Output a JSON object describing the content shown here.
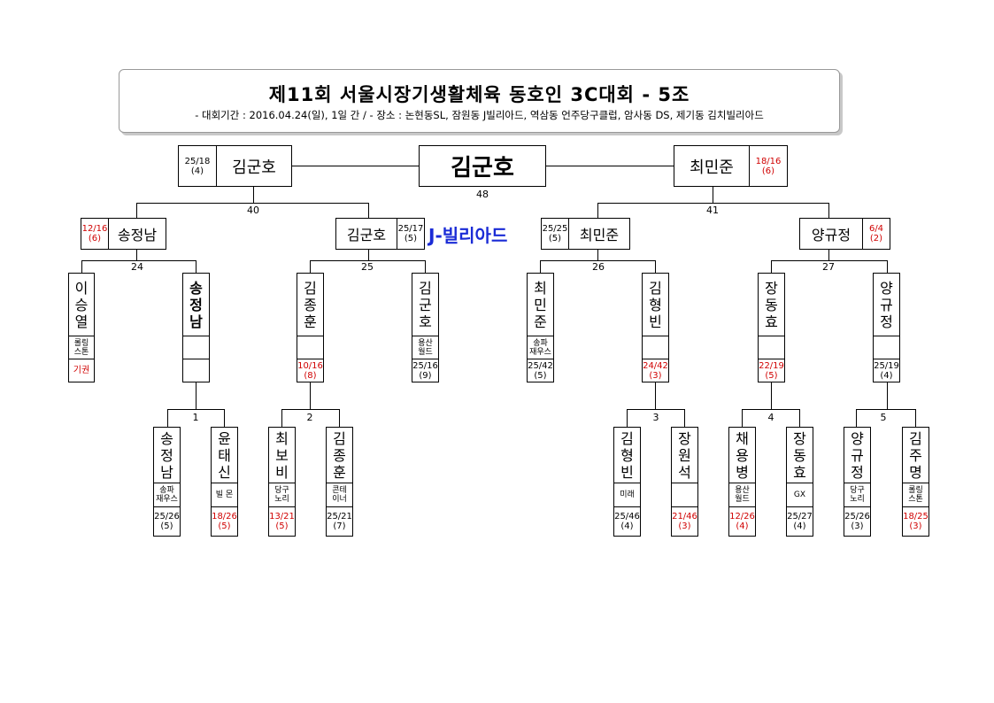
{
  "header": {
    "title": "제11회 서울시장기생활체육 동호인 3C대회 - 5조",
    "subtitle": "- 대회기간 : 2016.04.24(일), 1일 간 / - 장소 : 논현동SL, 잠원동 J빌리아드, 역삼동 언주당구클럽, 암사동 DS, 제기동 김치빌리아드"
  },
  "venue": "J-빌리아드",
  "final": {
    "match_no": "48",
    "winner": "김군호",
    "left": {
      "name": "김군호",
      "score": "25/18",
      "innings": "(4)"
    },
    "right": {
      "name": "최민준",
      "score": "18/16",
      "innings": "(6)"
    }
  },
  "semis": {
    "left": {
      "match_no": "40"
    },
    "right": {
      "match_no": "41"
    }
  },
  "quarters": [
    {
      "name": "송정남",
      "score": "12/16",
      "innings": "(6)"
    },
    {
      "name": "김군호",
      "score": "25/17",
      "innings": "(5)"
    },
    {
      "name": "최민준",
      "score": "25/25",
      "innings": "(5)"
    },
    {
      "name": "양규정",
      "score": "6/4",
      "innings": "(2)"
    }
  ],
  "quarter_matches": [
    "24",
    "25",
    "26",
    "27"
  ],
  "players_r2": [
    {
      "name": [
        "이",
        "승",
        "열"
      ],
      "club": [
        "롤링",
        "스톤"
      ],
      "score": "기권",
      "innings": ""
    },
    {
      "name": [
        "송",
        "정",
        "남"
      ],
      "club": [
        ""
      ],
      "score": "",
      "innings": ""
    },
    {
      "name": [
        "김",
        "종",
        "훈"
      ],
      "club": [
        ""
      ],
      "score": "10/16",
      "innings": "(8)"
    },
    {
      "name": [
        "김",
        "군",
        "호"
      ],
      "club": [
        "용산",
        "월드"
      ],
      "score": "25/16",
      "innings": "(9)"
    },
    {
      "name": [
        "최",
        "민",
        "준"
      ],
      "club": [
        "송파",
        "재우스"
      ],
      "score": "25/42",
      "innings": "(5)"
    },
    {
      "name": [
        "김",
        "형",
        "빈"
      ],
      "club": [
        ""
      ],
      "score": "24/42",
      "innings": "(3)"
    },
    {
      "name": [
        "장",
        "동",
        "효"
      ],
      "club": [
        ""
      ],
      "score": "22/19",
      "innings": "(5)"
    },
    {
      "name": [
        "양",
        "규",
        "정"
      ],
      "club": [
        ""
      ],
      "score": "25/19",
      "innings": "(4)"
    }
  ],
  "r1_matches": [
    "1",
    "2",
    "3",
    "4",
    "5"
  ],
  "players_r1": [
    {
      "name": [
        "송",
        "정",
        "남"
      ],
      "club": [
        "송파",
        "재우스"
      ],
      "score": "25/26",
      "innings": "(5)"
    },
    {
      "name": [
        "윤",
        "태",
        "신"
      ],
      "club": [
        "빌 몬"
      ],
      "score": "18/26",
      "innings": "(5)"
    },
    {
      "name": [
        "최",
        "보",
        "비"
      ],
      "club": [
        "당구",
        "노리"
      ],
      "score": "13/21",
      "innings": "(5)"
    },
    {
      "name": [
        "김",
        "종",
        "훈"
      ],
      "club": [
        "콘테",
        "이너"
      ],
      "score": "25/21",
      "innings": "(7)"
    },
    {
      "name": [
        "김",
        "형",
        "빈"
      ],
      "club": [
        "미래"
      ],
      "score": "25/46",
      "innings": "(4)"
    },
    {
      "name": [
        "장",
        "원",
        "석"
      ],
      "club": [
        ""
      ],
      "score": "21/46",
      "innings": "(3)"
    },
    {
      "name": [
        "채",
        "용",
        "병"
      ],
      "club": [
        "용산",
        "월드"
      ],
      "score": "12/26",
      "innings": "(4)"
    },
    {
      "name": [
        "장",
        "동",
        "효"
      ],
      "club": [
        "GX"
      ],
      "score": "25/27",
      "innings": "(4)"
    },
    {
      "name": [
        "양",
        "규",
        "정"
      ],
      "club": [
        "당구",
        "노리"
      ],
      "score": "25/26",
      "innings": "(3)"
    },
    {
      "name": [
        "김",
        "주",
        "명"
      ],
      "club": [
        "롤링",
        "스톤"
      ],
      "score": "18/25",
      "innings": "(3)"
    }
  ],
  "colors": {
    "loss": "#d00000",
    "venue": "#1a2bd6"
  }
}
